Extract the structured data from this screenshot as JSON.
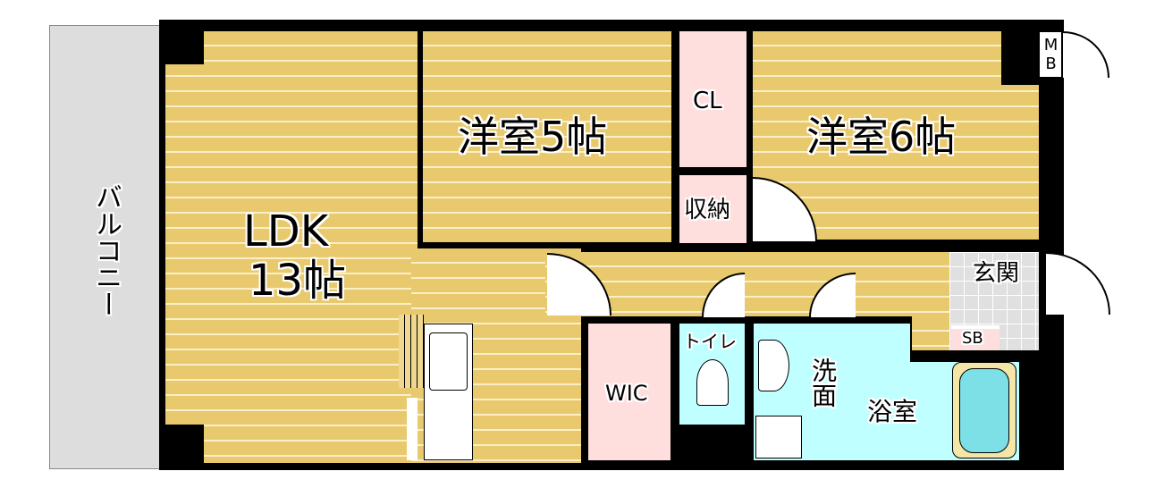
{
  "rooms": {
    "balcony": "バルコニー",
    "ldk": "LDK",
    "ldk_size": "13帖",
    "western5": "洋室5帖",
    "western6": "洋室6帖",
    "closet": "CL",
    "storage": "収納",
    "mb": "MB",
    "entrance": "玄関",
    "shoe_box": "SB",
    "wic": "WIC",
    "toilet": "トイレ",
    "washroom": "洗面",
    "bathroom": "浴室"
  },
  "colors": {
    "floor": "#e8c96e",
    "storage": "#ffdede",
    "water": "#bfffff",
    "balcony": "#dddddd"
  }
}
